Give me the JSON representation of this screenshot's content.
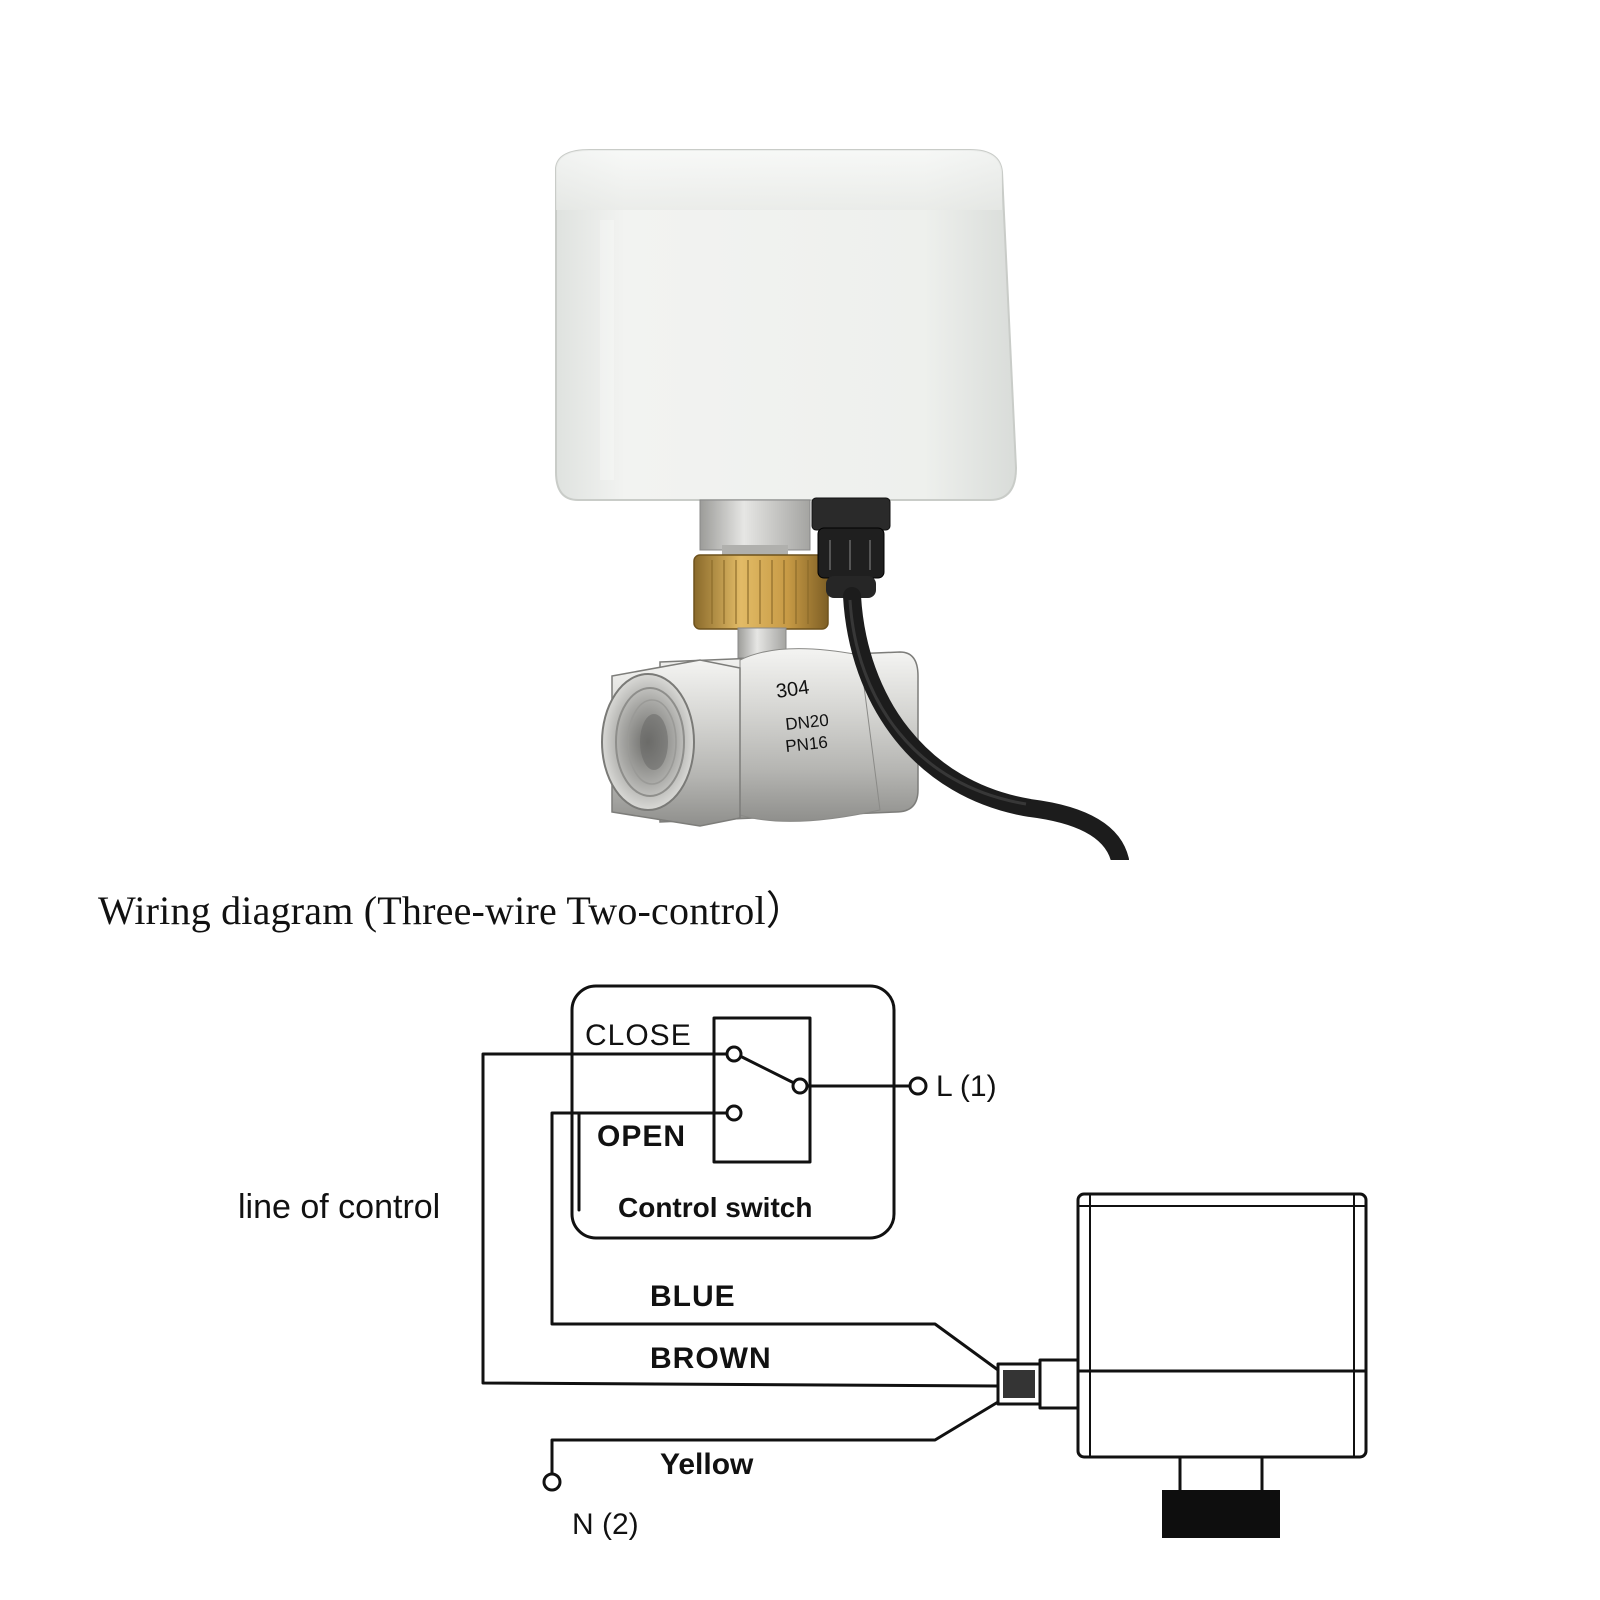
{
  "product": {
    "valve_marking_top": "304",
    "valve_marking_mid": "DN20",
    "valve_marking_bottom": "PN16"
  },
  "diagram": {
    "title": "Wiring diagram (Three-wire Two-control）",
    "switch": {
      "close_label": "CLOSE",
      "open_label": "OPEN",
      "caption": "Control switch",
      "live_label": "L (1)"
    },
    "control_line_label": "line of control",
    "wires": {
      "blue": "BLUE",
      "brown": "BROWN",
      "yellow": "Yellow"
    },
    "neutral_label": "N (2)"
  },
  "colors": {
    "actuator_body": "#e9ebe8",
    "cable": "#1c1c1c",
    "brass": "#c79a45",
    "steel": "#c9c9c6",
    "line": "#111111"
  }
}
